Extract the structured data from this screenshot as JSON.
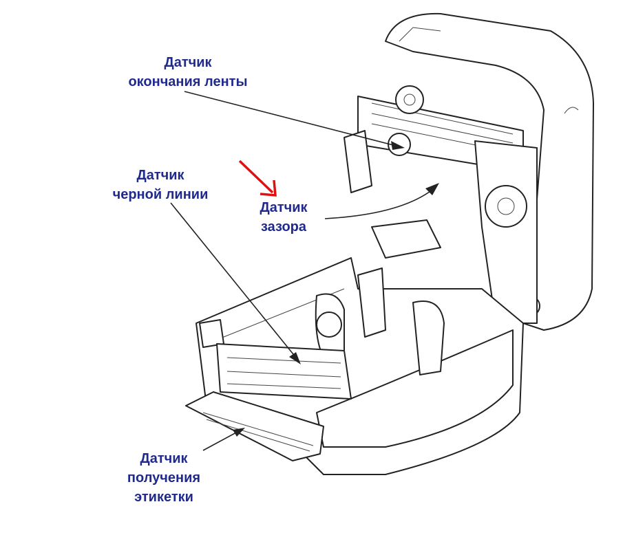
{
  "labels": {
    "ribbon_sensor": [
      "Датчик",
      "окончания ленты"
    ],
    "black_line_sensor": [
      "Датчик",
      "черной линии"
    ],
    "gap_sensor": [
      "Датчик",
      "зазора"
    ],
    "peel_sensor": [
      "Датчик",
      "получения",
      "этикетки"
    ]
  },
  "colors": {
    "label_text": "#1f2a8c",
    "highlight_arrow": "#e01010",
    "line_art": "#222222"
  }
}
